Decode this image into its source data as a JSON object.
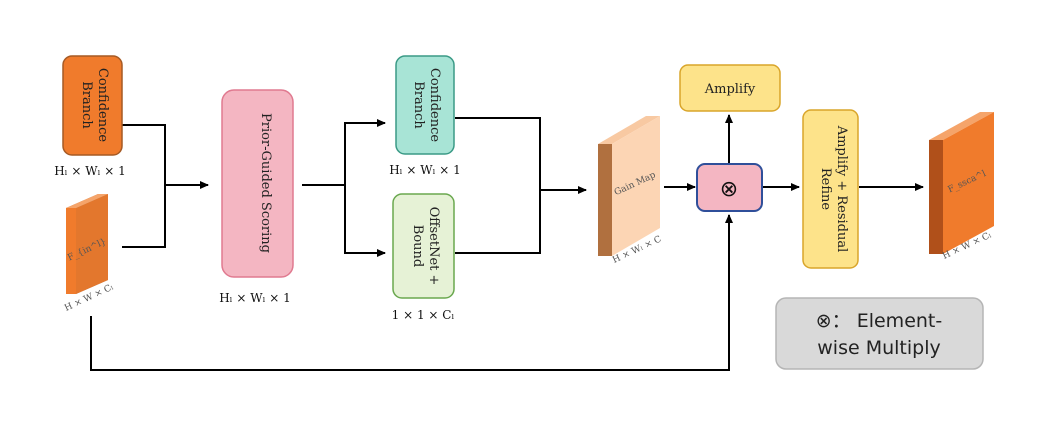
{
  "nodes": {
    "confidence_branch_1": {
      "label_line1": "Confidence",
      "label_line2": "Branch",
      "dims": "Hₗ × Wₗ × 1"
    },
    "input_tensor": {
      "label": "F_{in^l}",
      "dims": "H × W × Cₗ"
    },
    "prior_guided_scoring": {
      "label": "Prior-Guided Scoring",
      "dims": "Hₗ × Wₗ × 1"
    },
    "confidence_branch_2": {
      "label_line1": "Confidence",
      "label_line2": "Branch",
      "dims": "Hₗ × Wₗ × 1"
    },
    "offsetnet_bound": {
      "label_line1": "OffsetNet +",
      "label_line2": "Bound",
      "dims": "1 × 1 × Cₗ"
    },
    "gain_map": {
      "label": "Gain Map",
      "dims": "H × Wₗ × C"
    },
    "multiply_node": {
      "symbol": "⊗"
    },
    "amplify": {
      "label": "Amplify"
    },
    "amplify_residual_refine": {
      "label_line1": "Amplify + Residual",
      "label_line2": "Refine"
    },
    "output_tensor": {
      "label": "F_ssca^l",
      "dims": "H × W × Cₗ"
    }
  },
  "legend": {
    "line1": "⊗： Element-",
    "line2": "wise Multiply"
  },
  "colors": {
    "orange_fill": "#f07b2c",
    "orange_stroke": "#a65a24",
    "pink_fill": "#f4b6c2",
    "pink_stroke": "#e07a90",
    "teal_fill": "#a8e4d6",
    "teal_stroke": "#3a9a86",
    "green_fill": "#e6f2d6",
    "green_stroke": "#6aa84f",
    "yellow_fill": "#fde38a",
    "yellow_stroke": "#d9a52a",
    "peach_fill": "#fcd5b4",
    "multiply_fill": "#f4b6c2",
    "multiply_stroke": "#2f4f9a",
    "legend_fill": "#d9d9d9",
    "legend_stroke": "#b5b5b5"
  }
}
